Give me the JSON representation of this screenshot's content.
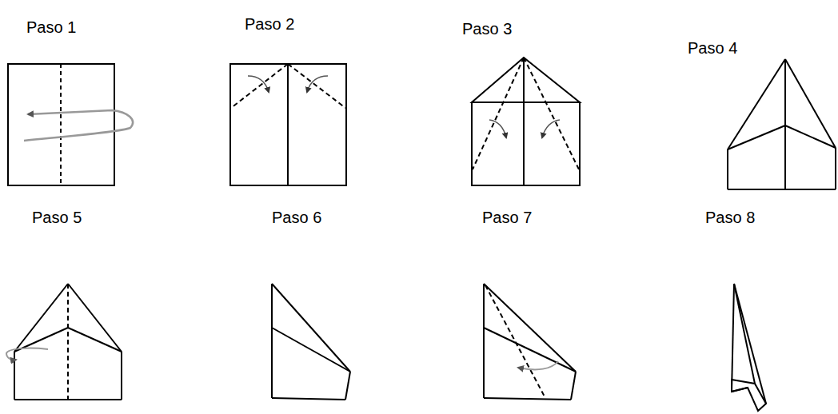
{
  "diagram": {
    "labels": [
      "Paso 1",
      "Paso 2",
      "Paso 3",
      "Paso 4",
      "Paso 5",
      "Paso 6",
      "Paso 7",
      "Paso 8"
    ]
  }
}
